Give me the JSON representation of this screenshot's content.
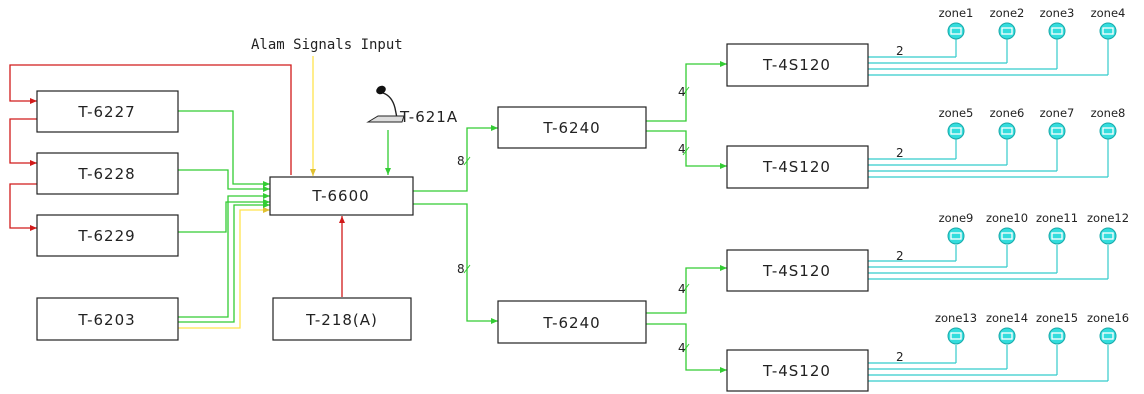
{
  "alarm_label": "Alam Signals Input",
  "mic_label": "T-621A",
  "colors": {
    "red": "#d11a1a",
    "green": "#33cc33",
    "yellow": "#ffe34d",
    "cyan": "#33cccc",
    "box": "#222222"
  },
  "devices": {
    "t6227": "T-6227",
    "t6228": "T-6228",
    "t6229": "T-6229",
    "t6203": "T-6203",
    "t6600": "T-6600",
    "t218": "T-218(A)",
    "t6240_top": "T-6240",
    "t6240_bottom": "T-6240",
    "amp1": "T-4S120",
    "amp2": "T-4S120",
    "amp3": "T-4S120",
    "amp4": "T-4S120"
  },
  "bus_labels": {
    "b8_top": "8",
    "b8_bottom": "8",
    "b4_1": "4",
    "b4_2": "4",
    "b4_3": "4",
    "b4_4": "4",
    "b2_1": "2",
    "b2_2": "2",
    "b2_3": "2",
    "b2_4": "2"
  },
  "zones": [
    "zone1",
    "zone2",
    "zone3",
    "zone4",
    "zone5",
    "zone6",
    "zone7",
    "zone8",
    "zone9",
    "zone10",
    "zone11",
    "zone12",
    "zone13",
    "zone14",
    "zone15",
    "zone16"
  ]
}
